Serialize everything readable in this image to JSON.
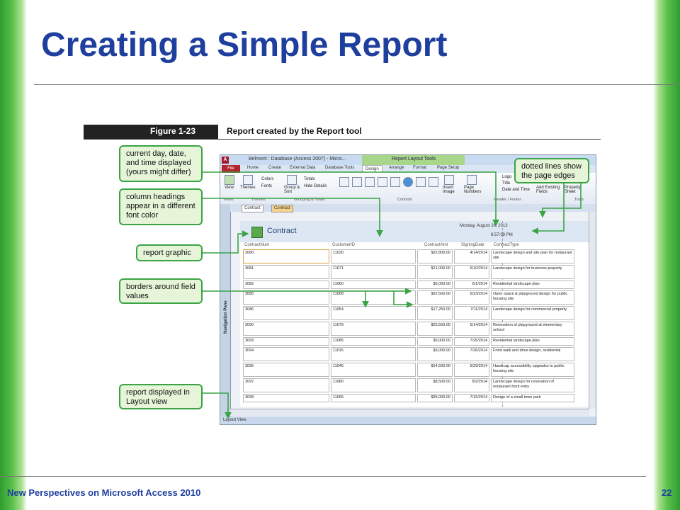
{
  "slide": {
    "title": "Creating a Simple Report",
    "footer": "New Perspectives on Microsoft Access 2010",
    "page_number": "22"
  },
  "figure": {
    "number": "Figure 1-23",
    "caption": "Report created by the Report tool"
  },
  "callouts": {
    "date_time": "current day, date, and time displayed (yours might differ)",
    "column_headings": "column headings appear in a different font color",
    "report_graphic": "report graphic",
    "borders": "borders around field values",
    "layout_view": "report displayed in Layout view",
    "dotted_lines": "dotted lines show the page edges"
  },
  "app": {
    "app_icon": "A",
    "window_title": "Belmont : Database (Access 2007) - Micro...",
    "tools_tab": "Report Layout Tools",
    "tabs": [
      "Home",
      "Create",
      "External Data",
      "Database Tools"
    ],
    "file_tab": "File",
    "tools_tabs": [
      "Design",
      "Arrange",
      "Format",
      "Page Setup"
    ],
    "ribbon": {
      "view": "View",
      "themes": "Themes",
      "colors": "Colors",
      "fonts": "Fonts",
      "group_sort": "Group & Sort",
      "totals": "Totals",
      "hide_details": "Hide Details",
      "insert_image": "Insert Image",
      "page_numbers": "Page Numbers",
      "logo": "Logo",
      "title": "Title",
      "date_time": "Date and Time",
      "add_existing_fields": "Add Existing Fields",
      "property_sheet": "Property Sheet",
      "groups": [
        "Views",
        "Themes",
        "Grouping & Totals",
        "Controls",
        "Header / Footer",
        "Tools"
      ]
    },
    "nav_pane_label": "Navigation Pane",
    "doc_tabs": [
      "Contract",
      "Contract"
    ],
    "status": "Layout View"
  },
  "report": {
    "title": "Contract",
    "date": "Monday, August 26, 2013",
    "time": "8:57:09 PM",
    "columns": [
      "ContractNum",
      "CustomerID",
      "ContractAmt",
      "SigningDate",
      "ContractType"
    ],
    "rows": [
      [
        "3080",
        "11030",
        "$22,800.00",
        "4/14/2014",
        "Landscape design and site plan for restaurant site"
      ],
      [
        "3081",
        "11071",
        "$21,000.00",
        "5/10/2014",
        "Landscape design for business property"
      ],
      [
        "3082",
        "11060",
        "$5,000.00",
        "6/1/2014",
        "Residential landscape plan"
      ],
      [
        "3085",
        "11068",
        "$52,500.00",
        "6/23/2014",
        "Open space & playground design for public housing site"
      ],
      [
        "3086",
        "11054",
        "$17,250.00",
        "7/11/2014",
        "Landscape design for commercial property"
      ],
      [
        "3090",
        "11079",
        "$25,500.00",
        "6/14/2014",
        "Renovation of playground at elementary school"
      ],
      [
        "3093",
        "11085",
        "$5,000.00",
        "7/25/2014",
        "Residential landscape plan"
      ],
      [
        "3094",
        "11015",
        "$5,000.00",
        "7/26/2014",
        "Front walk and drive design, residential"
      ],
      [
        "3095",
        "11045",
        "$14,500.00",
        "6/29/2014",
        "Handicap accessibility upgrades to public housing site"
      ],
      [
        "3097",
        "11080",
        "$8,500.00",
        "8/2/2014",
        "Landscape design for renovation of restaurant front entry"
      ],
      [
        "3098",
        "11065",
        "$35,000.00",
        "7/15/2014",
        "Design of a small town park"
      ]
    ]
  },
  "colors": {
    "title_blue": "#1f3f9e",
    "callout_green": "#3aa445",
    "callout_fill": "#e6f4d8"
  }
}
